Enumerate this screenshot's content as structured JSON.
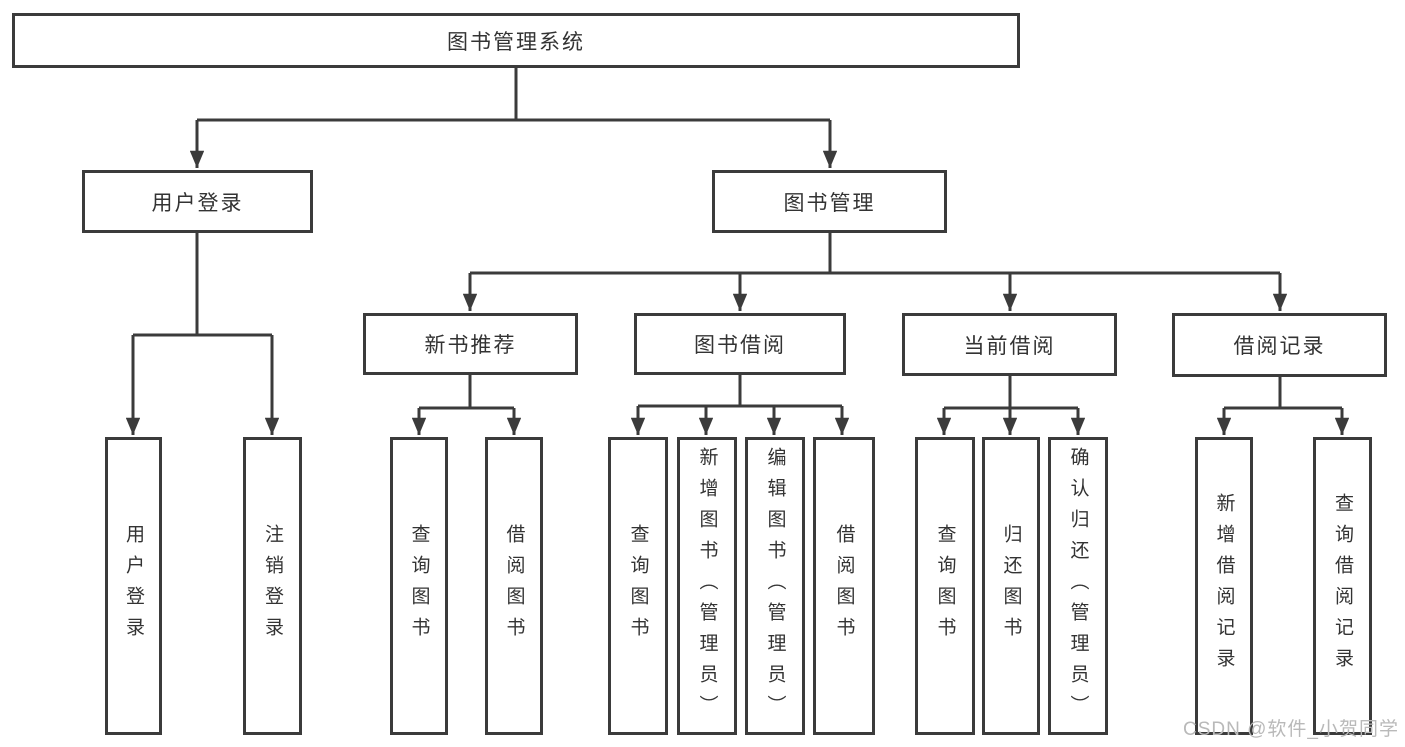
{
  "tree": {
    "label": "图书管理系统",
    "children": [
      {
        "label": "用户登录",
        "children": [
          {
            "label": "用户登录"
          },
          {
            "label": "注销登录"
          }
        ]
      },
      {
        "label": "图书管理",
        "children": [
          {
            "label": "新书推荐",
            "children": [
              {
                "label": "查询图书"
              },
              {
                "label": "借阅图书"
              }
            ]
          },
          {
            "label": "图书借阅",
            "children": [
              {
                "label": "查询图书"
              },
              {
                "label": "新增图书（管理员）"
              },
              {
                "label": "编辑图书（管理员）"
              },
              {
                "label": "借阅图书"
              }
            ]
          },
          {
            "label": "当前借阅",
            "children": [
              {
                "label": "查询图书"
              },
              {
                "label": "归还图书"
              },
              {
                "label": "确认归还（管理员）"
              }
            ]
          },
          {
            "label": "借阅记录",
            "children": [
              {
                "label": "新增借阅记录"
              },
              {
                "label": "查询借阅记录"
              }
            ]
          }
        ]
      }
    ]
  },
  "watermark": "CSDN @软件_小贺同学",
  "colors": {
    "line": "#3b3b3b",
    "box_border": "#3b3b3b",
    "text": "#333333",
    "watermark": "#b9b9b9",
    "background": "#ffffff"
  }
}
